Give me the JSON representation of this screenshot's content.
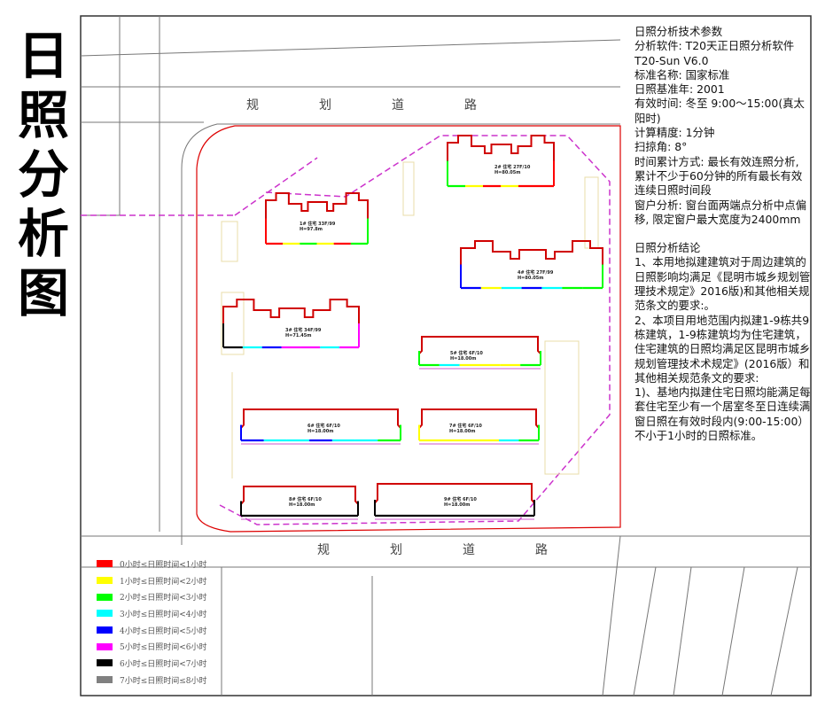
{
  "title_chars": [
    "日",
    "照",
    "分",
    "析",
    "图"
  ],
  "roads": {
    "top": [
      "规",
      "划",
      "道",
      "路"
    ],
    "bottom": [
      "规",
      "划",
      "道",
      "路"
    ]
  },
  "params": {
    "heading": "日照分析技术参数",
    "lines": [
      "分析软件: T20天正日照分析软件 T20-Sun V6.0",
      "标准名称: 国家标准",
      "日照基准年: 2001",
      "有效时间: 冬至 9:00～15:00(真太阳时)",
      "计算精度: 1分钟",
      "扫掠角: 8°",
      "时间累计方式: 最长有效连照分析, 累计不少于60分钟的所有最长有效连续日照时间段",
      "窗户分析: 窗台面两端点分析中点偏移, 限定窗户最大宽度为2400mm"
    ]
  },
  "conclusion": {
    "heading": "日照分析结论",
    "lines": [
      "1、本用地拟建建筑对于周边建筑的日照影响均满足《昆明市城乡规划管理技术规定》2016版)和其他相关规范条文的要求:。",
      "2、本项目用地范围内拟建1-9栋共9栋建筑，1-9栋建筑均为住宅建筑，住宅建筑的日照均满足区昆明市城乡规划管理技术术规定》(2016版）和其他相关规范条文的要求:",
      " 1)、基地内拟建住宅日照均能满足每套住宅至少有一个居室冬至日连续满窗日照在有效时段内(9:00-15:00）不小于1小时的日照标准。"
    ]
  },
  "legend": [
    {
      "label": "0小时≤日照时间<1小时",
      "color": "#ff0000"
    },
    {
      "label": "1小时≤日照时间<2小时",
      "color": "#ffff00"
    },
    {
      "label": "2小时≤日照时间<3小时",
      "color": "#00ff00"
    },
    {
      "label": "3小时≤日照时间<4小时",
      "color": "#00ffff"
    },
    {
      "label": "4小时≤日照时间<5小时",
      "color": "#0000ff"
    },
    {
      "label": "5小时≤日照时间<6小时",
      "color": "#ff00ff"
    },
    {
      "label": "6小时≤日照时间<7小时",
      "color": "#000000"
    },
    {
      "label": "7小时≤日照时间≤8小时",
      "color": "#808080"
    }
  ],
  "buildings": [
    {
      "name": "1# 住宅 33F/99",
      "h": "H=97.8m"
    },
    {
      "name": "2# 住宅 27F/10",
      "h": "H=80.05m"
    },
    {
      "name": "3# 住宅 34F/99",
      "h": "H=71.45m"
    },
    {
      "name": "4# 住宅 27F/99",
      "h": "H=80.05m"
    },
    {
      "name": "5# 住宅 6F/10",
      "h": "H=18.00m"
    },
    {
      "name": "6# 住宅 6F/10",
      "h": "H=18.00m"
    },
    {
      "name": "7# 住宅 6F/10",
      "h": "H=18.00m"
    },
    {
      "name": "8# 住宅 6F/10",
      "h": "H=18.00m"
    },
    {
      "name": "9# 住宅 6F/10",
      "h": "H=18.00m"
    }
  ]
}
